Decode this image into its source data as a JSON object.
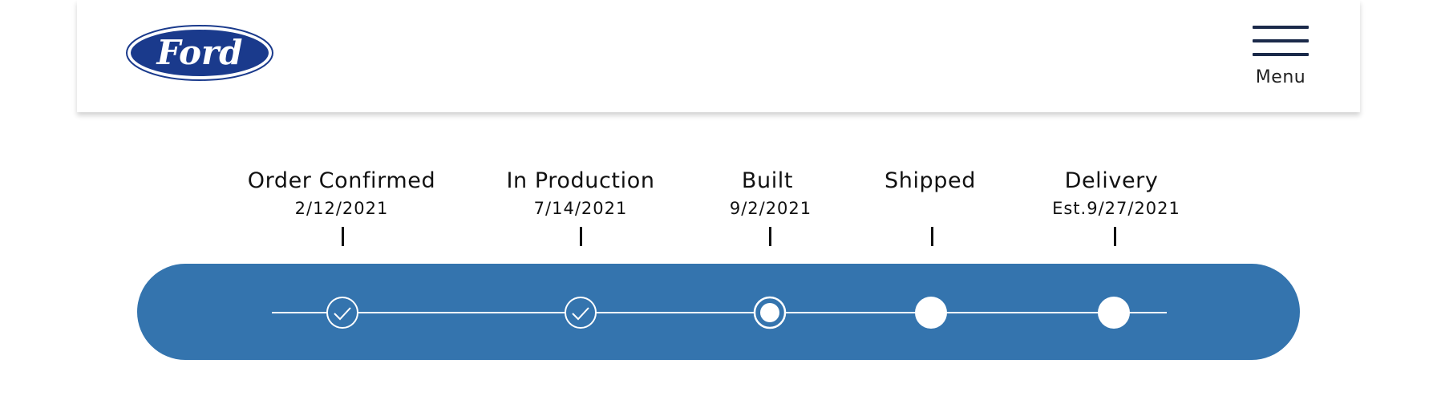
{
  "brand": {
    "logo_text": "Ford",
    "logo_color": "#1a3a8c"
  },
  "menu": {
    "label": "Menu",
    "icon": "hamburger-icon"
  },
  "colors": {
    "tracker_bg": "#3474ae",
    "line": "#ffffff"
  },
  "steps": [
    {
      "label": "Order Confirmed",
      "date": "2/12/2021",
      "status": "complete"
    },
    {
      "label": "In Production",
      "date": "7/14/2021",
      "status": "complete"
    },
    {
      "label": "Built",
      "date": "9/2/2021",
      "status": "current"
    },
    {
      "label": "Shipped",
      "date": "",
      "status": "pending"
    },
    {
      "label": "Delivery",
      "date": "Est.9/27/2021",
      "status": "pending"
    }
  ]
}
